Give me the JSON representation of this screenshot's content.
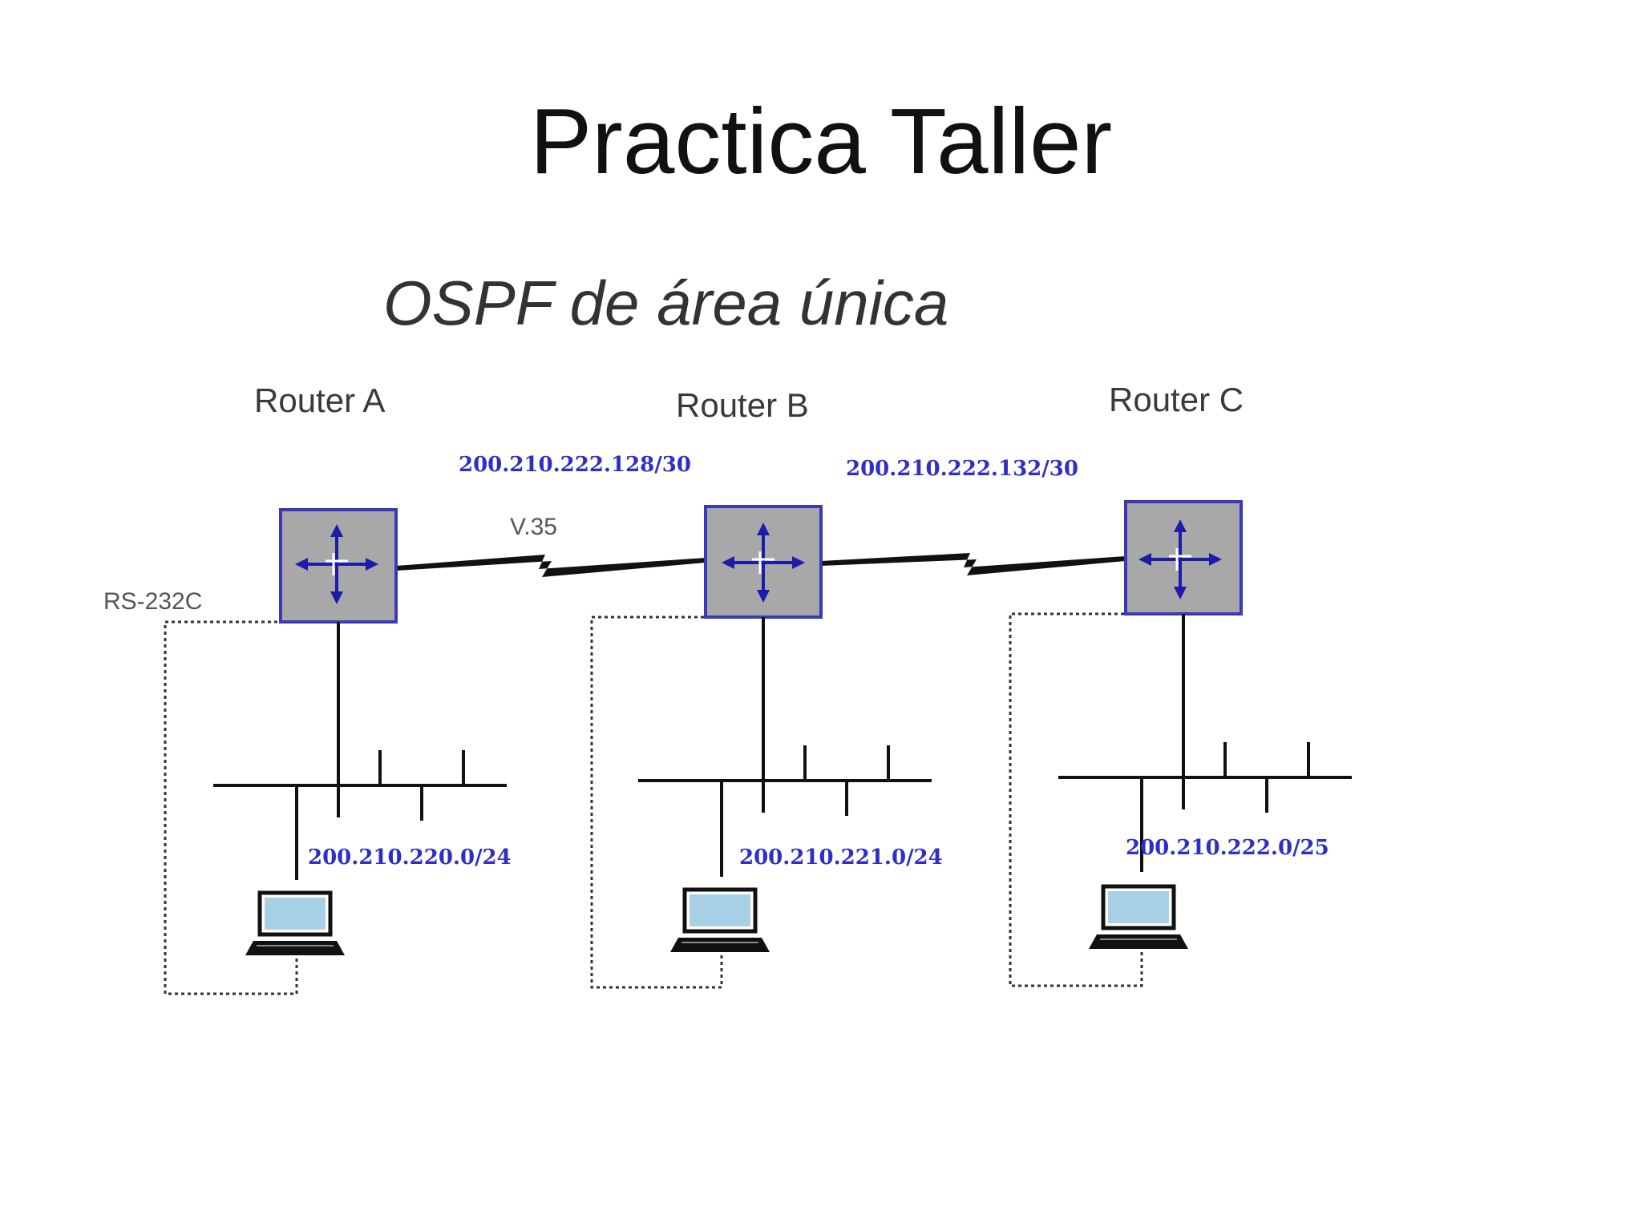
{
  "slide": {
    "title": "Practica Taller"
  },
  "diagram": {
    "subtitle": "OSPF de área única",
    "routers": [
      {
        "label": "Router A"
      },
      {
        "label": "Router B"
      },
      {
        "label": "Router C"
      }
    ],
    "serial_links": [
      {
        "network": "200.210.222.128/30"
      },
      {
        "network": "200.210.222.132/30"
      }
    ],
    "lans": [
      {
        "network": "200.210.220.0/24"
      },
      {
        "network": "200.210.221.0/24"
      },
      {
        "network": "200.210.222.0/25"
      }
    ],
    "serial_cable_label": "V.35",
    "console_cable_label": "RS-232C",
    "colors": {
      "router_fill": "#a8a8a8",
      "router_border": "#3a3ab8",
      "arrow": "#1c1ca8",
      "network_text": "#2f2fc4",
      "laptop_screen": "#a8d0e4"
    }
  }
}
